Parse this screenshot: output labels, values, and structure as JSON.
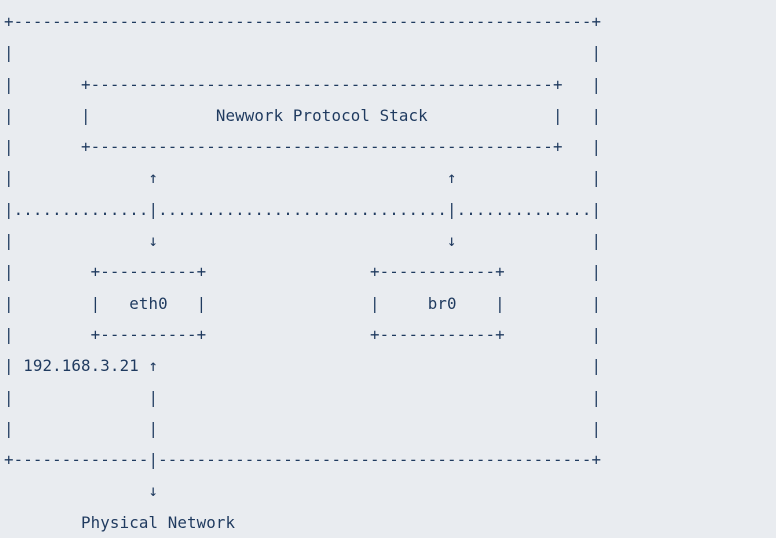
{
  "diagram": {
    "lines": [
      "+------------------------------------------------------------+",
      "|                                                            |",
      "|       +------------------------------------------------+   |",
      "|       |             Newwork Protocol Stack             |   |",
      "|       +------------------------------------------------+   |",
      "|              ↑                              ↑              |",
      "|..............|..............................|..............|",
      "|              ↓                              ↓              |",
      "|        +----------+                 +------------+         |",
      "|        |   eth0   |                 |     br0    |         |",
      "|        +----------+                 +------------+         |",
      "| 192.168.3.21 ↑                                             |",
      "|              |                                             |",
      "|              |                                             |",
      "+--------------|---------------------------------------------+",
      "               ↓",
      "        Physical Network"
    ]
  }
}
